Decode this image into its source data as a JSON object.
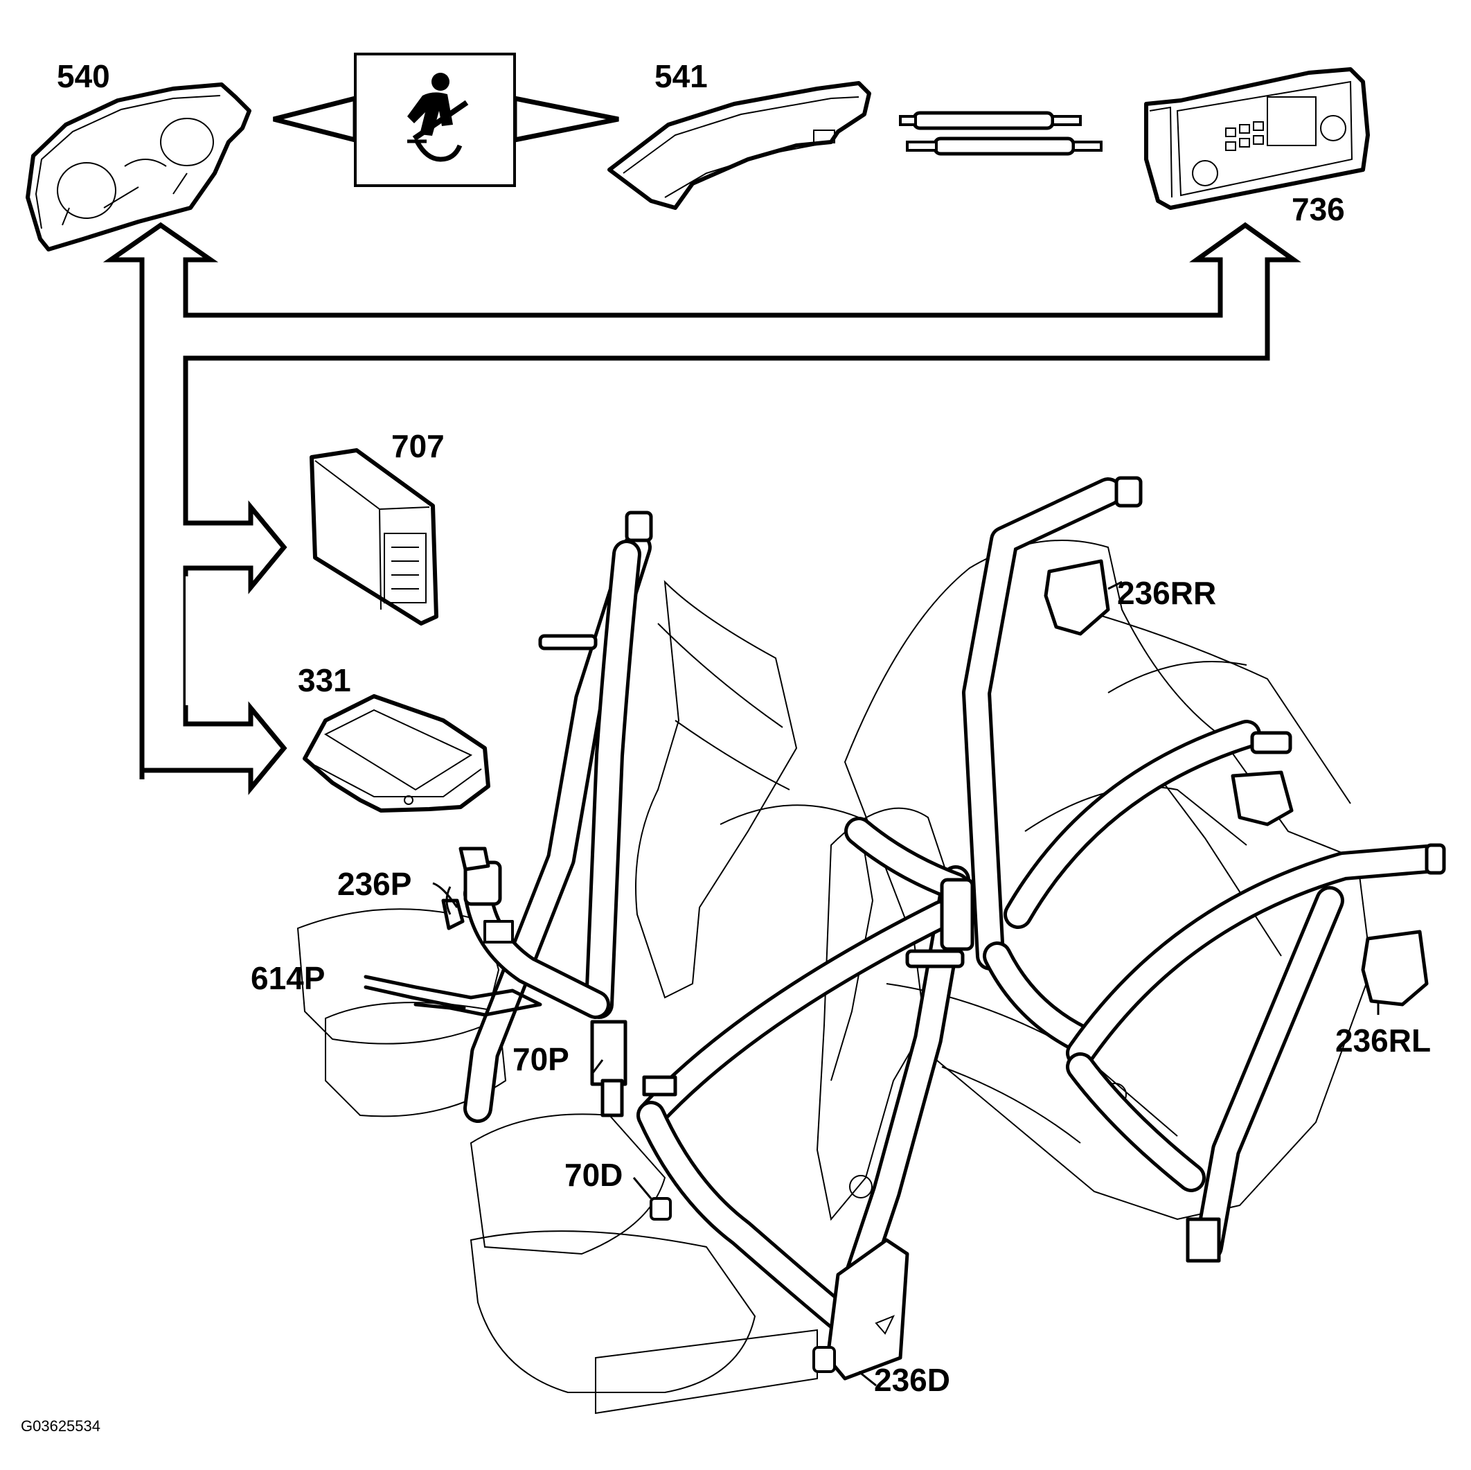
{
  "components": {
    "c540": "540",
    "c541": "541",
    "c736": "736",
    "c707": "707",
    "c331": "331",
    "c236P": "236P",
    "c614P": "614P",
    "c70P": "70P",
    "c70D": "70D",
    "c236D": "236D",
    "c236RR": "236RR",
    "c236RL": "236RL"
  },
  "figure_code": "G03625534",
  "icons": [
    "seatbelt-warning-icon",
    "instrument-cluster-icon",
    "cable-connector-icon",
    "control-panel-icon",
    "control-module-icon",
    "airbag-module-icon",
    "seat-icon",
    "seatbelt-icon"
  ]
}
